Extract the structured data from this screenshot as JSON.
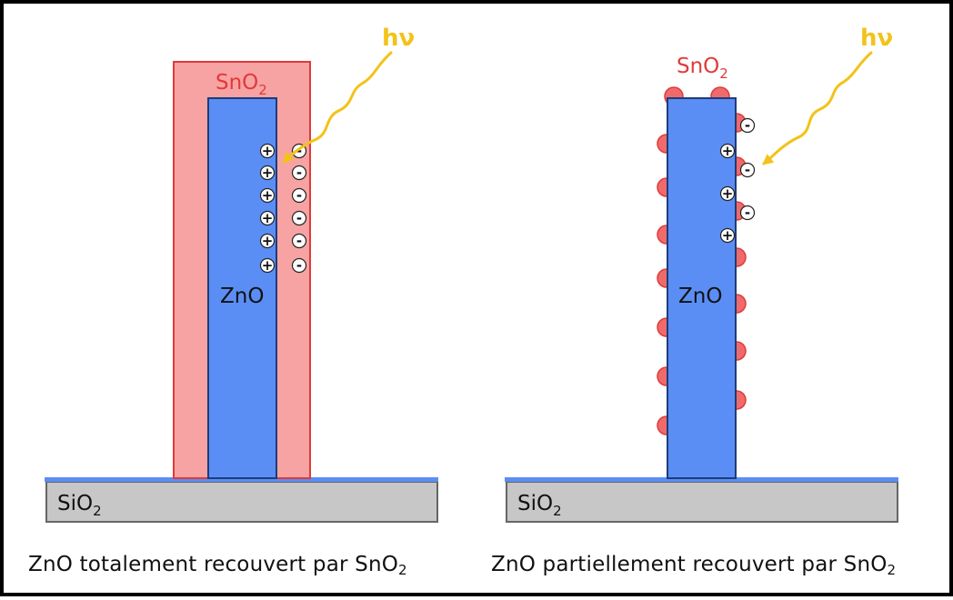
{
  "colors": {
    "zno": "#5b8ef5",
    "zno_stroke": "#1e3c78",
    "sno2_shell": "#f7a3a3",
    "sno2_stroke": "#e03a3a",
    "sno2_particle": "#ef6b6b",
    "substrate": "#c7c7c7",
    "substrate_stroke": "#666666",
    "photon": "#f2c318",
    "frame": "#000000"
  },
  "left_panel": {
    "sno2_label": "SnO",
    "sno2_sub": "2",
    "zno_label": "ZnO",
    "substrate_label": "SiO",
    "substrate_sub": "2",
    "photon_label": "hν",
    "positive_charge": "+",
    "negative_charge": "-",
    "caption": "ZnO totalement recouvert par SnO",
    "caption_sub": "2"
  },
  "right_panel": {
    "sno2_label": "SnO",
    "sno2_sub": "2",
    "zno_label": "ZnO",
    "substrate_label": "SiO",
    "substrate_sub": "2",
    "photon_label": "hν",
    "positive_charge": "+",
    "negative_charge": "-",
    "caption": "ZnO partiellement recouvert par SnO",
    "caption_sub": "2"
  }
}
